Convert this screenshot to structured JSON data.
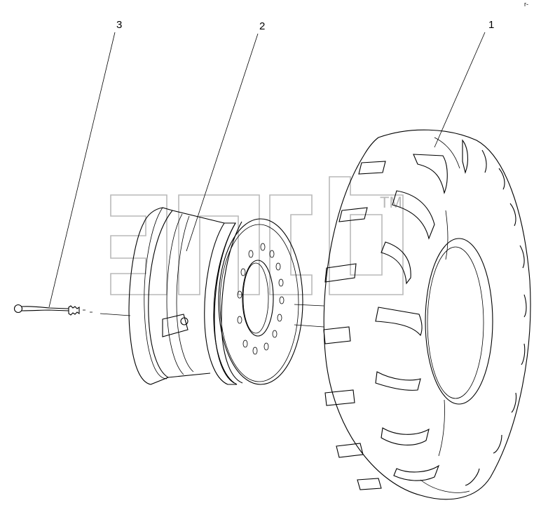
{
  "callouts": [
    {
      "number": "1",
      "part": "tire"
    },
    {
      "number": "2",
      "part": "wheel-rim"
    },
    {
      "number": "3",
      "part": "valve-stem"
    }
  ],
  "watermark": {
    "trademark": "TM"
  },
  "corner_mark": "r-",
  "colors": {
    "line": "#000000",
    "watermark": "#b9b9b9",
    "background": "#ffffff"
  }
}
